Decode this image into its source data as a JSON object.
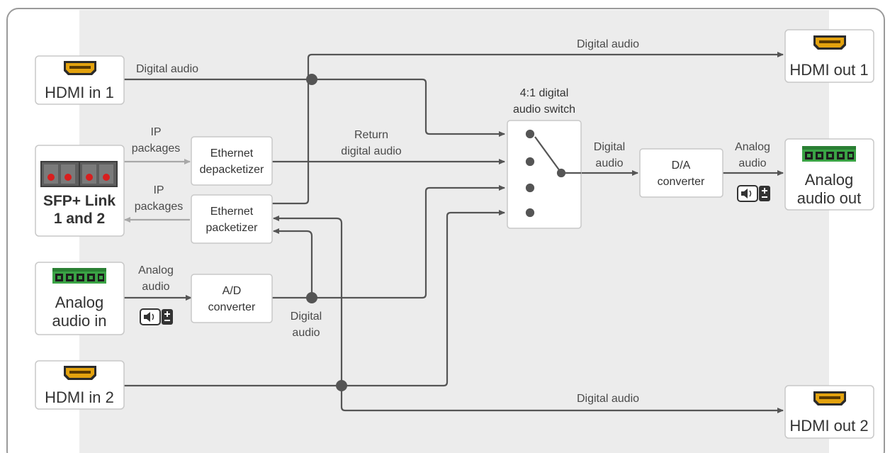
{
  "colors": {
    "frame_border": "#9a9a9a",
    "panel_fill": "#ececec",
    "box_fill": "#ffffff",
    "box_border": "#c8c8c8",
    "line": "#555555",
    "ip_line": "#a8a8a8",
    "hdmi_gold": "#e3a20e",
    "terminal_green": "#3aa345"
  },
  "icons": {
    "hdmi": "hdmi-connector-icon",
    "sfp": "sfp-port-icon",
    "terminal": "phoenix-terminal-icon",
    "volume": "speaker-volume-icon"
  },
  "nodes": {
    "hdmi_in_1": "HDMI in 1",
    "hdmi_in_2": "HDMI in 2",
    "sfp_line1": "SFP+ Link",
    "sfp_line2": "1 and 2",
    "analog_in_line1": "Analog",
    "analog_in_line2": "audio in",
    "eth_depack_line1": "Ethernet",
    "eth_depack_line2": "depacketizer",
    "eth_pack_line1": "Ethernet",
    "eth_pack_line2": "packetizer",
    "ad_line1": "A/D",
    "ad_line2": "converter",
    "switch_title_line1": "4:1 digital",
    "switch_title_line2": "audio switch",
    "da_line1": "D/A",
    "da_line2": "converter",
    "hdmi_out_1": "HDMI out 1",
    "hdmi_out_2": "HDMI out 2",
    "analog_out_line1": "Analog",
    "analog_out_line2": "audio out"
  },
  "labels": {
    "digital_audio_top": "Digital audio",
    "digital_audio_hdmi_in1": "Digital audio",
    "ip_packages_in_line1": "IP",
    "ip_packages_in_line2": "packages",
    "ip_packages_out_line1": "IP",
    "ip_packages_out_line2": "packages",
    "return_line1": "Return",
    "return_line2": "digital audio",
    "digital_audio_switch_out_line1": "Digital",
    "digital_audio_switch_out_line2": "audio",
    "analog_audio_out_line1": "Analog",
    "analog_audio_out_line2": "audio",
    "analog_audio_in_line1": "Analog",
    "analog_audio_in_line2": "audio",
    "digital_audio_ad_line1": "Digital",
    "digital_audio_ad_line2": "audio",
    "digital_audio_bottom": "Digital audio"
  }
}
